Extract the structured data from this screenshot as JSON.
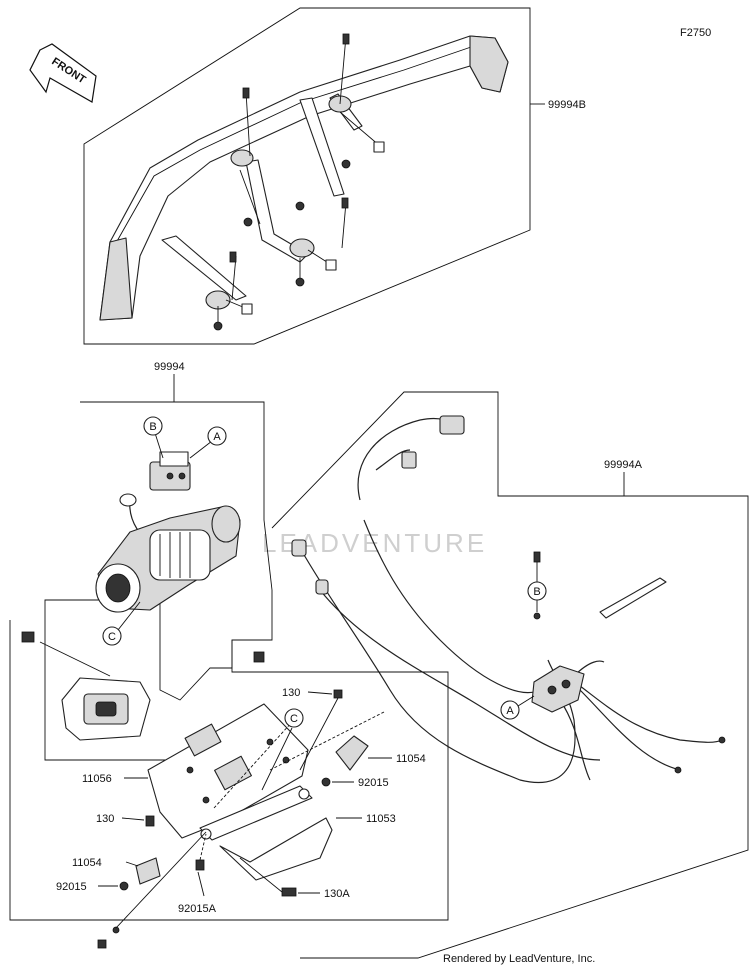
{
  "figure_code": "F2750",
  "front_label": "FRONT",
  "watermark": "LEADVENTURE",
  "footer": "Rendered by LeadVenture, Inc.",
  "kits": {
    "bumper": "99994B",
    "winch": "99994",
    "harness": "99994A"
  },
  "parts": {
    "p130_top": "130",
    "p130_left": "130",
    "p130A": "130A",
    "p11053": "11053",
    "p11054_right": "11054",
    "p11054_left": "11054",
    "p11056": "11056",
    "p92015_right": "92015",
    "p92015_left": "92015",
    "p92015A": "92015A"
  },
  "refs": {
    "A": "A",
    "B": "B",
    "C": "C"
  }
}
